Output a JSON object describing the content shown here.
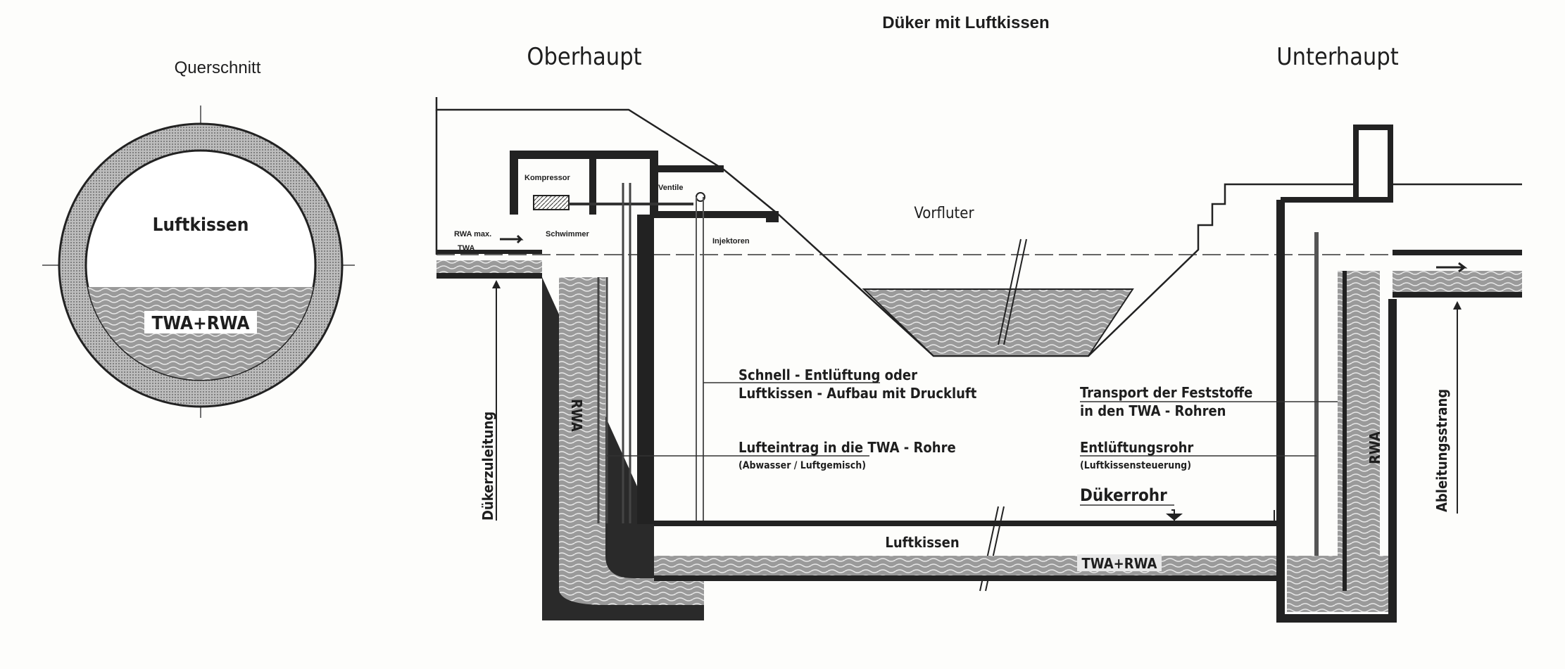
{
  "title": "Düker mit Luftkissen",
  "cross_section": {
    "heading": "Querschnitt",
    "air_label": "Luftkissen",
    "water_label": "TWA+RWA"
  },
  "headings": {
    "upper": "Oberhaupt",
    "lower": "Unterhaupt"
  },
  "building": {
    "compressor": "Kompressor",
    "valves": "Ventile",
    "float": "Schwimmer",
    "rwa_max": "RWA max.",
    "twa": "TWA",
    "injectors": "Injektoren"
  },
  "labels": {
    "receiving_water": "Vorfluter",
    "quick_vent_1": "Schnell - Entlüftung oder",
    "quick_vent_2": "Luftkissen - Aufbau mit Druckluft",
    "air_input_1": "Lufteintrag in die TWA - Rohre",
    "air_input_2": "(Abwasser / Luftgemisch)",
    "transport_1": "Transport der Feststoffe",
    "transport_2": "in den TWA - Rohren",
    "vent_pipe_1": "Entlüftungsrohr",
    "vent_pipe_2": "(Luftkissensteuerung)",
    "culvert_pipe": "Dükerrohr",
    "air_cushion": "Luftkissen",
    "twa_rwa": "TWA+RWA",
    "inflow": "Dükerzuleitung",
    "rwa_left": "RWA",
    "rwa_right": "RWA",
    "outflow": "Ableitungsstrang"
  }
}
